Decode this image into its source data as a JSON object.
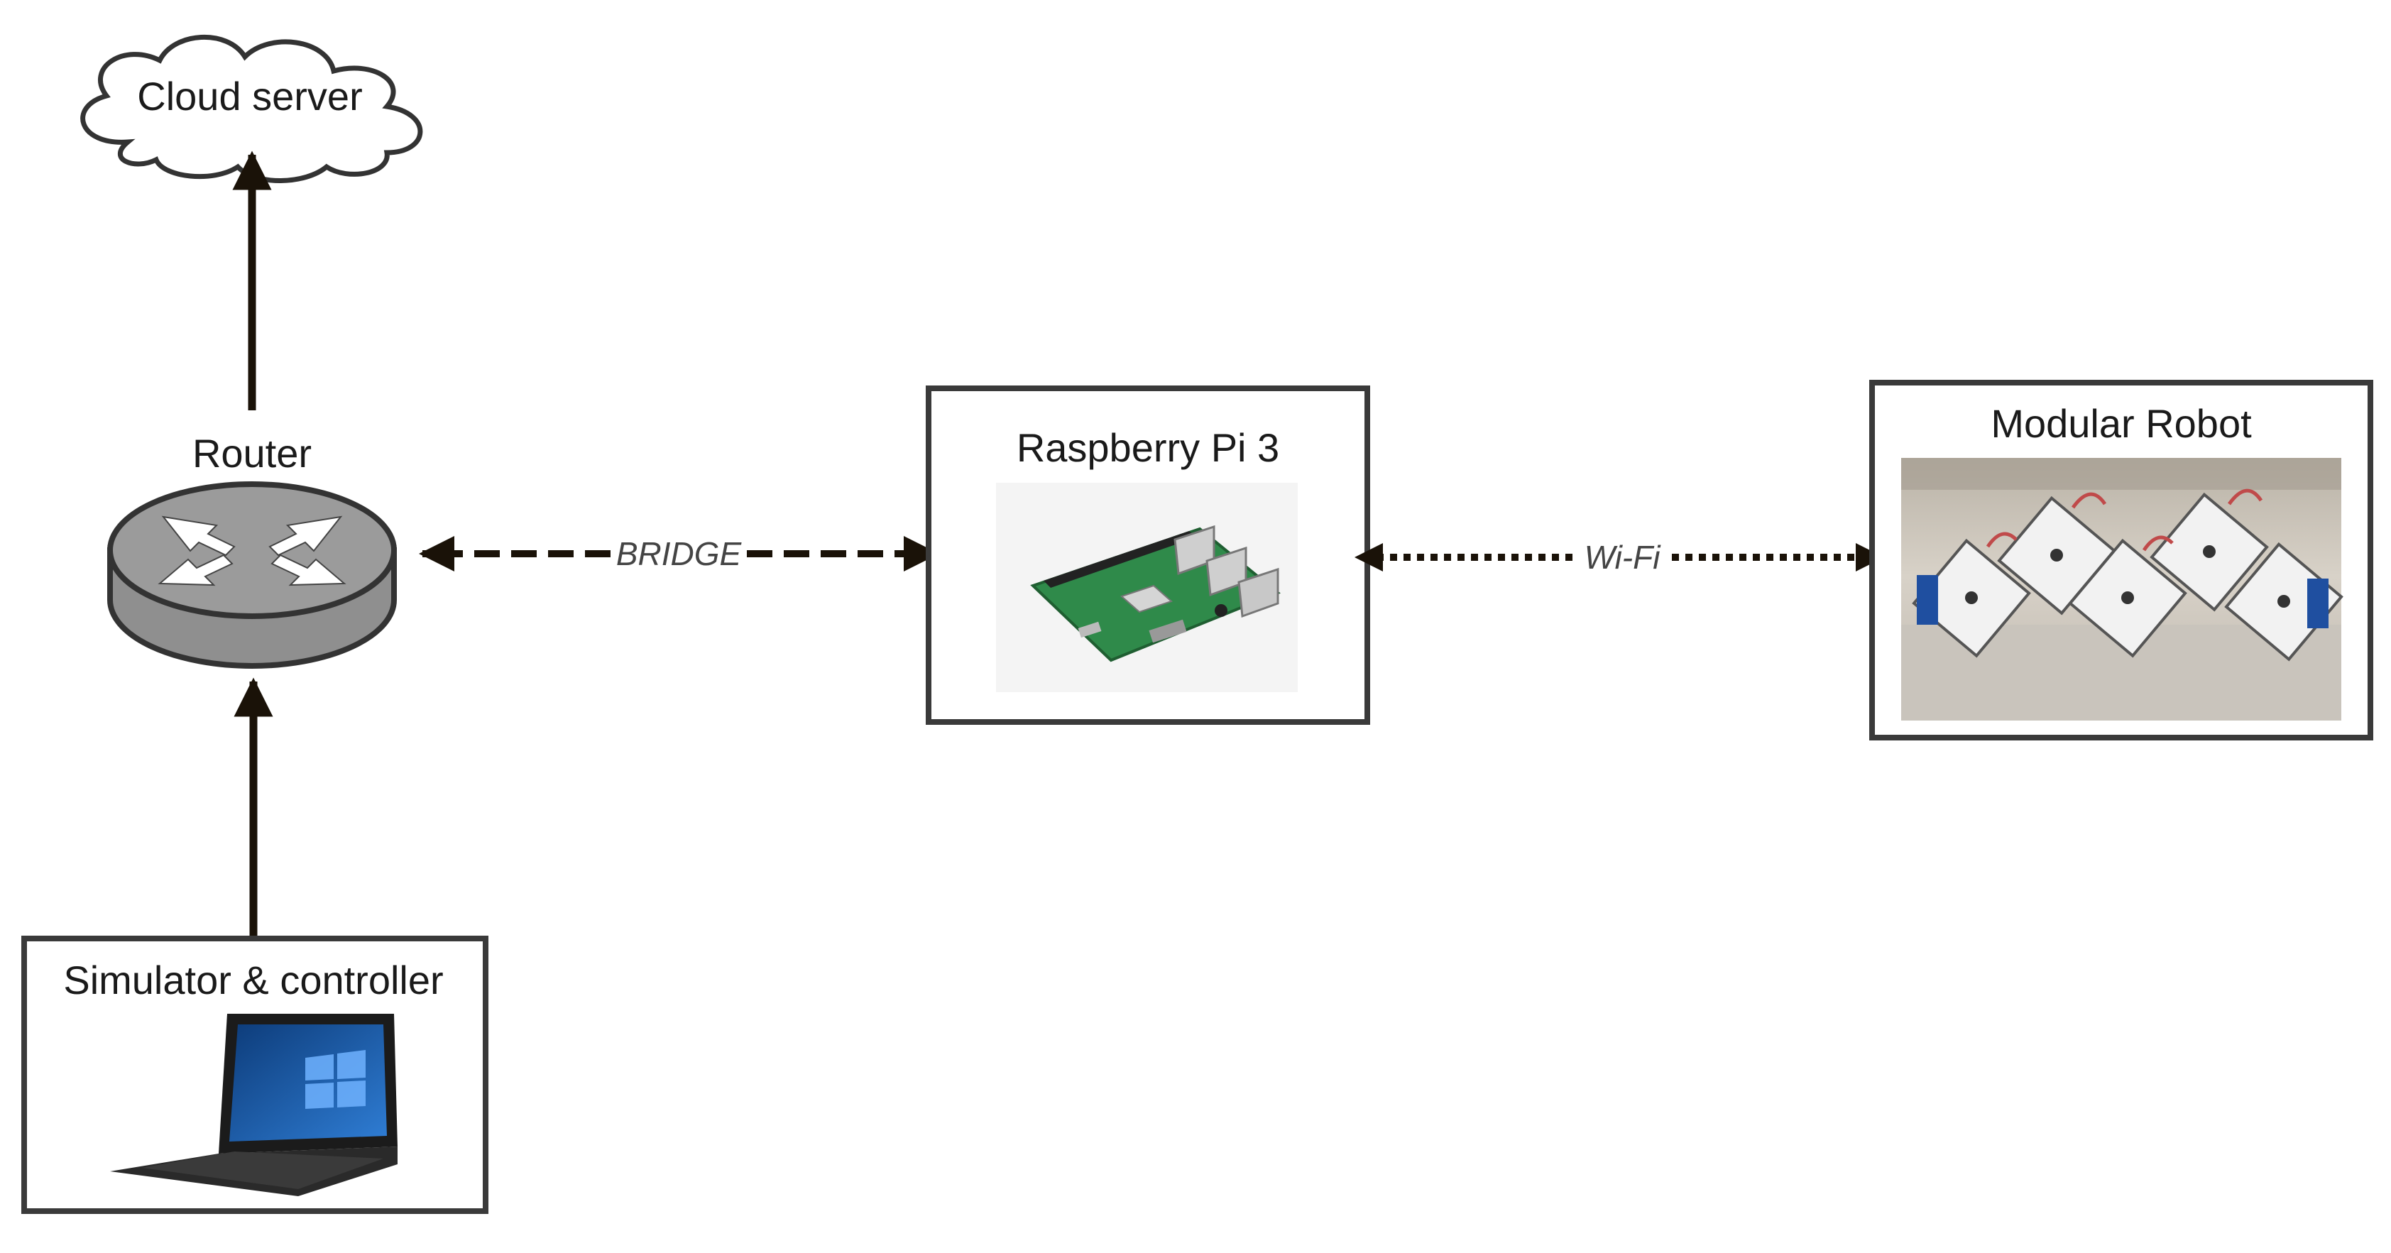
{
  "nodes": {
    "cloud": {
      "label": "Cloud server"
    },
    "router": {
      "label": "Router"
    },
    "raspberry_pi": {
      "label": "Raspberry Pi 3"
    },
    "robot": {
      "label": "Modular Robot"
    },
    "laptop": {
      "label": "Simulator & controller"
    }
  },
  "edges": {
    "bridge": {
      "label": "BRIDGE"
    },
    "wifi": {
      "label": "Wi-Fi"
    }
  },
  "colors": {
    "box_border": "#3a3a3a",
    "arrow": "#1a1208",
    "router_body": "#9a9a9a",
    "router_top": "#8c8c8c",
    "board": "#2f8a4a"
  }
}
